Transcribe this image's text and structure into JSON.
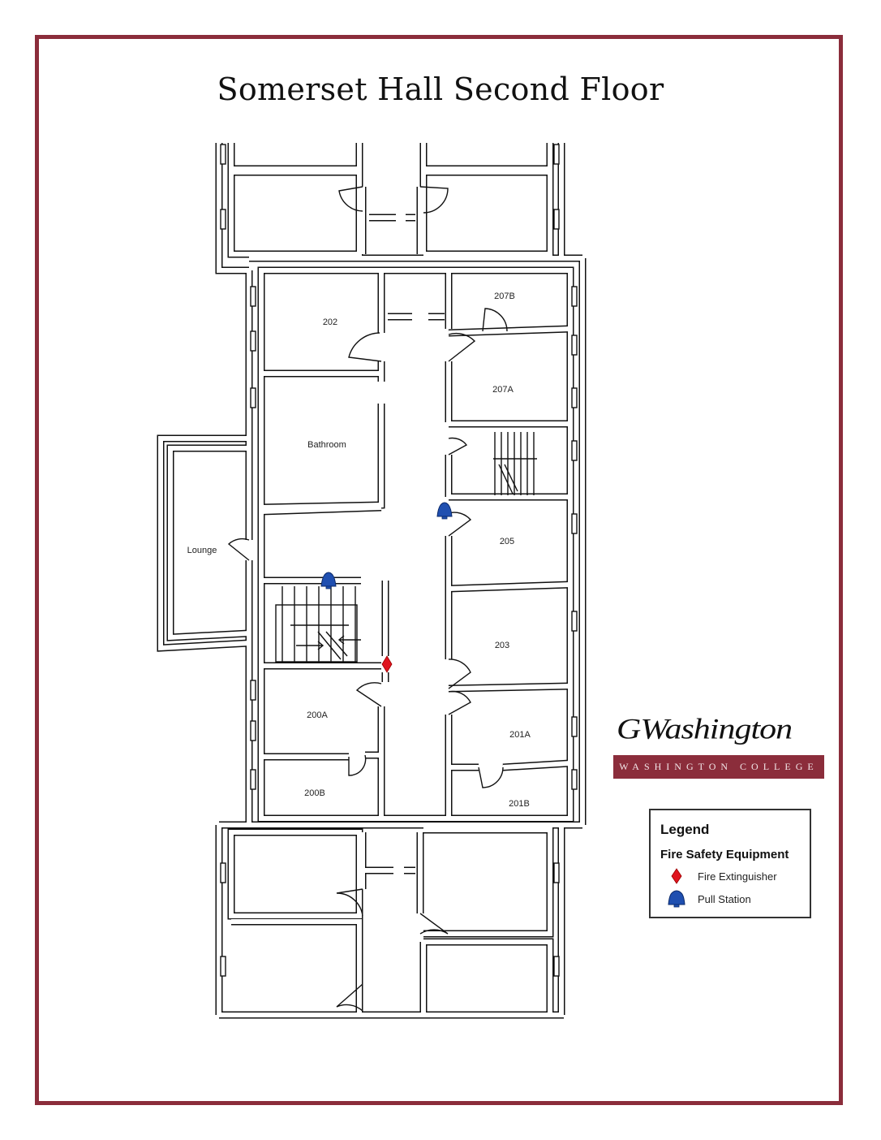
{
  "title": "Somerset Hall Second Floor",
  "rooms": {
    "r202": "202",
    "r207B": "207B",
    "r207A": "207A",
    "bathroom": "Bathroom",
    "lounge": "Lounge",
    "r205": "205",
    "r203": "203",
    "r200A": "200A",
    "r200B": "200B",
    "r201A": "201A",
    "r201B": "201B"
  },
  "logo": {
    "signature": "GWashington",
    "band_text": "WASHINGTON COLLEGE"
  },
  "legend": {
    "title": "Legend",
    "subtitle": "Fire Safety Equipment",
    "items": [
      {
        "icon": "fire-extinguisher-diamond",
        "label": "Fire Extinguisher"
      },
      {
        "icon": "pull-station-bell",
        "label": "Pull Station"
      }
    ]
  },
  "colors": {
    "frame": "#8b2d3b",
    "extinguisher": "#e0141e",
    "pull_station": "#1f4fb0"
  }
}
